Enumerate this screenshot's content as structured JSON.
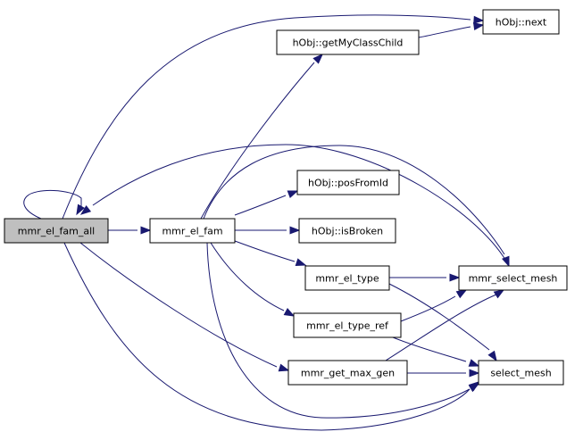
{
  "graph": {
    "edge_color": "#191970",
    "current_fill": "#bfbfbf",
    "nodes": [
      {
        "id": "fam_all",
        "label": "mmr_el_fam_all",
        "current": true
      },
      {
        "id": "fam",
        "label": "mmr_el_fam"
      },
      {
        "id": "getMyClassChild",
        "label": "hObj::getMyClassChild"
      },
      {
        "id": "next",
        "label": "hObj::next"
      },
      {
        "id": "posFromId",
        "label": "hObj::posFromId"
      },
      {
        "id": "isBroken",
        "label": "hObj::isBroken"
      },
      {
        "id": "el_type",
        "label": "mmr_el_type"
      },
      {
        "id": "el_type_ref",
        "label": "mmr_el_type_ref"
      },
      {
        "id": "max_gen",
        "label": "mmr_get_max_gen"
      },
      {
        "id": "mmr_select_mesh",
        "label": "mmr_select_mesh"
      },
      {
        "id": "select_mesh",
        "label": "select_mesh"
      }
    ],
    "edges": [
      [
        "fam_all",
        "fam_all"
      ],
      [
        "fam_all",
        "next"
      ],
      [
        "fam_all",
        "fam"
      ],
      [
        "fam_all",
        "mmr_select_mesh"
      ],
      [
        "fam_all",
        "max_gen"
      ],
      [
        "fam_all",
        "select_mesh"
      ],
      [
        "fam",
        "getMyClassChild"
      ],
      [
        "fam",
        "posFromId"
      ],
      [
        "fam",
        "isBroken"
      ],
      [
        "fam",
        "el_type"
      ],
      [
        "fam",
        "el_type_ref"
      ],
      [
        "fam",
        "mmr_select_mesh"
      ],
      [
        "fam",
        "select_mesh"
      ],
      [
        "getMyClassChild",
        "next"
      ],
      [
        "el_type",
        "mmr_select_mesh"
      ],
      [
        "el_type",
        "select_mesh"
      ],
      [
        "el_type_ref",
        "mmr_select_mesh"
      ],
      [
        "el_type_ref",
        "select_mesh"
      ],
      [
        "max_gen",
        "mmr_select_mesh"
      ],
      [
        "max_gen",
        "select_mesh"
      ]
    ]
  }
}
